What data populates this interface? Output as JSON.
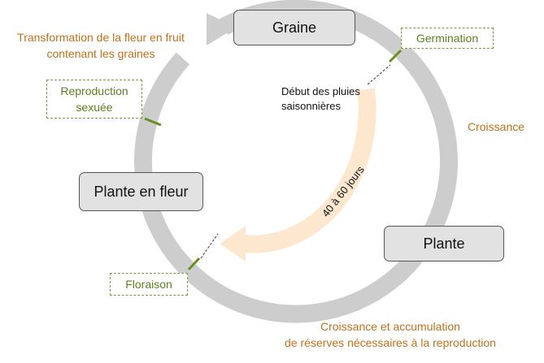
{
  "stages": {
    "seed": "Graine",
    "plant": "Plante",
    "flowering_plant": "Plante en fleur"
  },
  "events": {
    "germination": "Germination",
    "reproduction": [
      "Reproduction",
      "sexuée"
    ],
    "flowering": "Floraison"
  },
  "phases": {
    "fruit_formation": [
      "Transformation de la fleur en fruit",
      "contenant les graines"
    ],
    "growth": "Croissance",
    "growth_and_storage": [
      "Croissance et accumulation",
      "de réserves nécessaires à la reproduction"
    ]
  },
  "rainy_season": {
    "start": [
      "Début des pluies",
      "saisonnières"
    ],
    "duration": "40 à 60 jours"
  },
  "colors": {
    "cycle_arrow": "#cdcdcd",
    "rain_arrow": "#fde8cf",
    "event_tick": "#6b8e23",
    "event_text": "#5d7f1f",
    "phase_text": "#c0701a",
    "stage_box": "#e2e2e2"
  }
}
